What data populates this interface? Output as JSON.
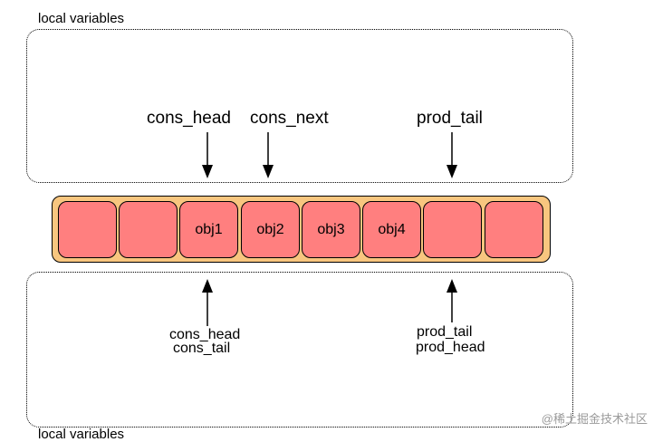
{
  "regions": {
    "top_label": "local variables",
    "bottom_label": "local variables"
  },
  "ring": {
    "slots": [
      "",
      "",
      "obj1",
      "obj2",
      "obj3",
      "obj4",
      "",
      ""
    ]
  },
  "pointers_top": {
    "cons_head": "cons_head",
    "cons_next": "cons_next",
    "prod_tail": "prod_tail"
  },
  "pointers_bottom": {
    "cons_head": "cons_head",
    "cons_tail": "cons_tail",
    "prod_tail": "prod_tail",
    "prod_head": "prod_head"
  },
  "watermark": "@稀土掘金技术社区"
}
